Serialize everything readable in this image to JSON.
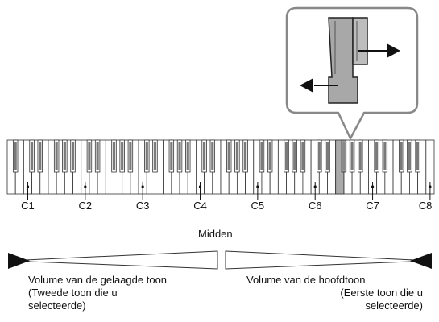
{
  "keyboard": {
    "white_key_count": 52,
    "octave_labels": [
      "C1",
      "C2",
      "C3",
      "C4",
      "C5",
      "C6",
      "C7",
      "C8"
    ],
    "split_key": "F#6"
  },
  "split": {
    "label": "Midden"
  },
  "left_volume": {
    "line1": "Volume van de gelaagde toon",
    "line2": "(Tweede toon die u",
    "line3": "selecteerde)"
  },
  "right_volume": {
    "line1": "Volume van de hoofdtoon",
    "line2": "(Eerste toon die u",
    "line3": "selecteerde)"
  },
  "colors": {
    "key_highlight": "#aaaaaa",
    "black_key": "#7a7a7a",
    "outline": "#333333"
  }
}
